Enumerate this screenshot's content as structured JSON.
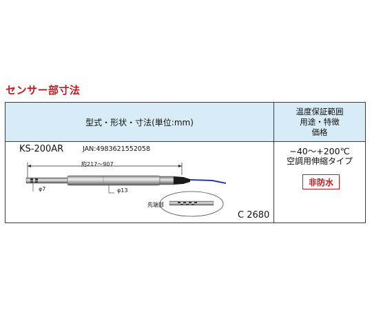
{
  "section_title": "センサー部寸法",
  "table": {
    "header_main": "型式・形状・寸法(単位:mm)",
    "header_side": [
      "温度保証範囲",
      "用途・特徴",
      "価格"
    ],
    "row": {
      "model": "KS-200AR",
      "jan": "JAN:4983621552058",
      "code": "C  2680",
      "temp_range": "−40〜+200℃",
      "type": "空調用伸縮タイプ",
      "badge": "非防水"
    },
    "drawing": {
      "length_label": "約217〜907",
      "dia_tip": "φ7",
      "dia_body": "φ13",
      "tip_label": "先端部"
    }
  },
  "colors": {
    "title_red": "#c8161d",
    "header_bg": "#d7ecf6",
    "cable_blue": "#1e3aa8"
  }
}
